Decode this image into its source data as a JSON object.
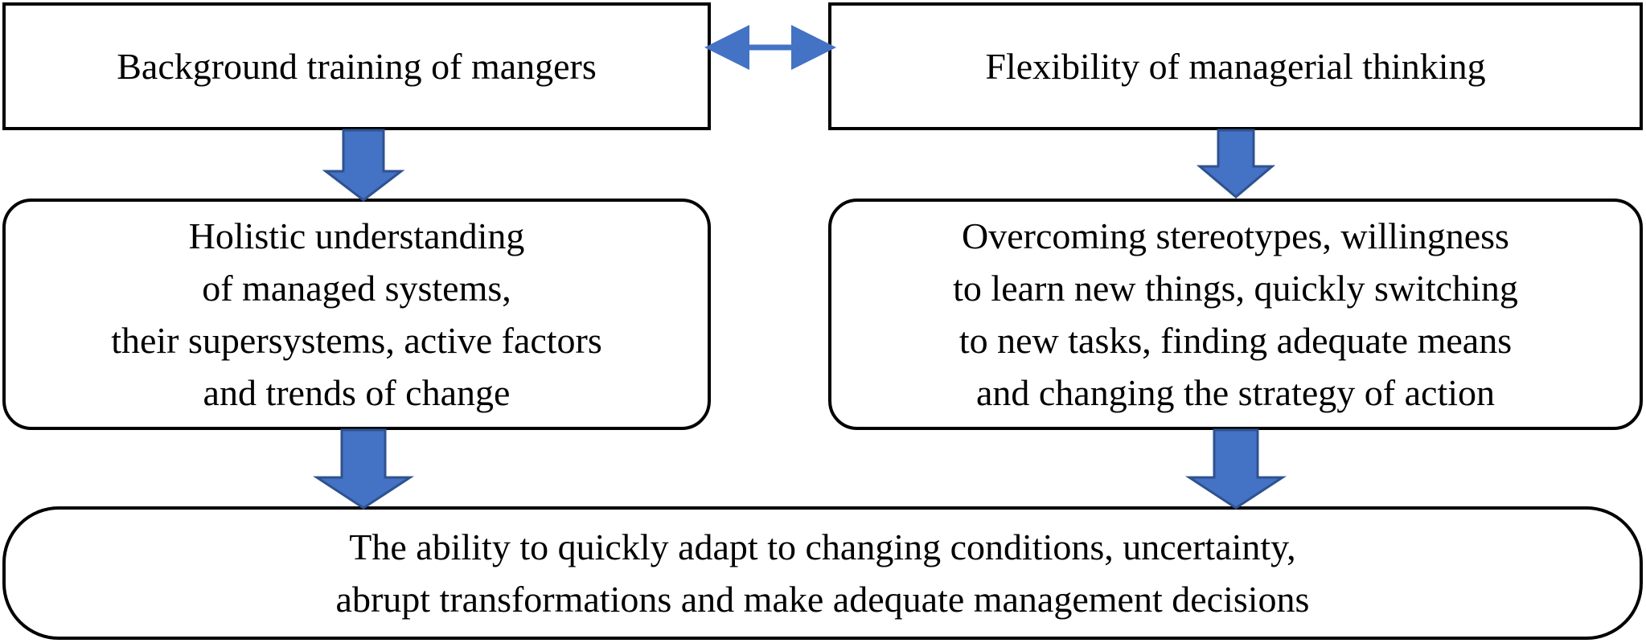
{
  "colors": {
    "arrow_fill": "#4472C4",
    "arrow_stroke": "#2F528F",
    "box_border": "#000000",
    "background": "#FFFFFF"
  },
  "nodes": {
    "background_training": {
      "lines": [
        "Background training of mangers"
      ]
    },
    "flexibility": {
      "lines": [
        "Flexibility of managerial thinking"
      ]
    },
    "holistic_understanding": {
      "lines": [
        "Holistic understanding",
        "of managed systems,",
        "their supersystems, active factors",
        "and trends of change"
      ]
    },
    "overcoming_stereotypes": {
      "lines": [
        "Overcoming stereotypes, willingness",
        "to learn new things, quickly switching",
        "to new tasks, finding adequate means",
        "and changing the strategy of action"
      ]
    },
    "ability_to_adapt": {
      "lines": [
        "The ability to quickly adapt to changing conditions, uncertainty,",
        "abrupt transformations and make adequate management decisions"
      ]
    }
  },
  "edges": [
    {
      "from": "background_training",
      "to": "flexibility",
      "kind": "bidirectional"
    },
    {
      "from": "background_training",
      "to": "holistic_understanding",
      "kind": "block-arrow"
    },
    {
      "from": "flexibility",
      "to": "overcoming_stereotypes",
      "kind": "block-arrow"
    },
    {
      "from": "holistic_understanding",
      "to": "ability_to_adapt",
      "kind": "block-arrow"
    },
    {
      "from": "overcoming_stereotypes",
      "to": "ability_to_adapt",
      "kind": "block-arrow"
    }
  ]
}
